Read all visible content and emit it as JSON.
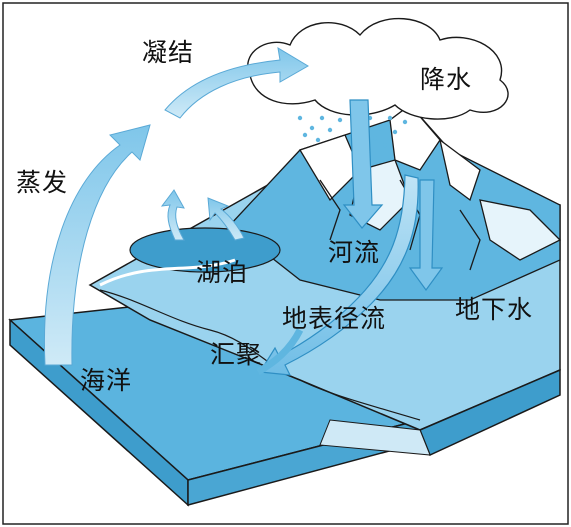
{
  "labels": {
    "condensation": "凝结",
    "precipitation": "降水",
    "evaporation": "蒸发",
    "lake": "湖泊",
    "river": "河流",
    "surface_runoff": "地表径流",
    "convergence": "汇聚",
    "ocean": "海洋",
    "groundwater": "地下水"
  },
  "colors": {
    "water": "#5fb6e0",
    "water_dark": "#2f8fc4",
    "arrow": "#8fd0ee",
    "cloud": "#ffffff",
    "land": "#7cc3e6",
    "outline": "#1a1a1a"
  }
}
